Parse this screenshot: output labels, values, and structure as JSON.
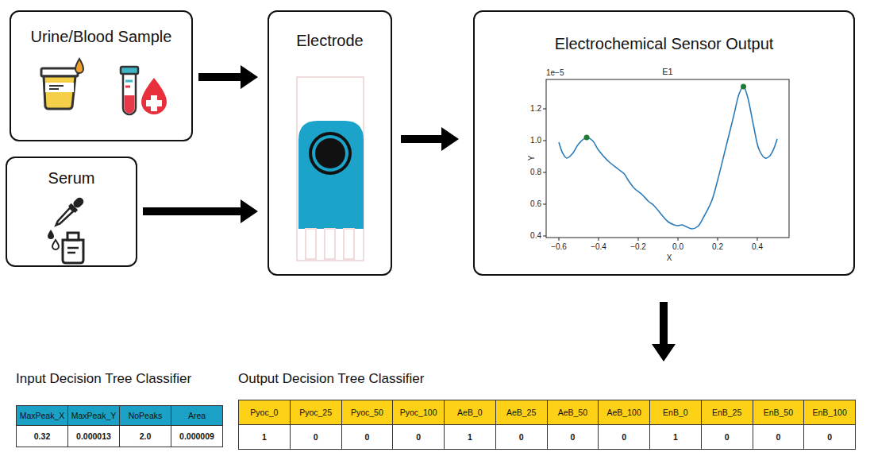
{
  "diagram": {
    "nodes": [
      {
        "text": [
          "Urine/Blood Sample"
        ]
      },
      {
        "text": [
          "Serum"
        ]
      },
      {
        "text": [
          "Electrode"
        ]
      },
      {
        "text": [
          "Electrochemical Sensor Output"
        ]
      },
      {
        "text": [
          "Input Decision Tree Classifier"
        ]
      },
      {
        "text": [
          "Output Decision Tree Classifier"
        ]
      }
    ],
    "edges": [
      {
        "from": 0,
        "to": 2,
        "arrow": "to"
      },
      {
        "from": 1,
        "to": 2,
        "arrow": "to"
      },
      {
        "from": 2,
        "to": 3,
        "arrow": "to"
      },
      {
        "from": 3,
        "to": 5,
        "arrow": "to"
      }
    ],
    "labels": [
      "E1",
      "1e−5",
      "1.2",
      "1.0",
      "0.8",
      "0.6",
      "0.4",
      "−0.6",
      "−0.4",
      "−0.2",
      "0.0",
      "0.2",
      "0.4",
      "X",
      "Y",
      "MaxPeak_X",
      "MaxPeak_Y",
      "NoPeaks",
      "Area",
      "0.32",
      "0.000013",
      "2.0",
      "0.000009",
      "Pyoc_0",
      "Pyoc_25",
      "Pyoc_50",
      "Pyoc_100",
      "AeB_0",
      "AeB_25",
      "AeB_50",
      "AeB_100",
      "EnB_0",
      "EnB_25",
      "EnB_50",
      "EnB_100",
      "1",
      "0",
      "0",
      "0",
      "1",
      "0",
      "0",
      "0",
      "1",
      "0",
      "0",
      "0"
    ]
  }
}
